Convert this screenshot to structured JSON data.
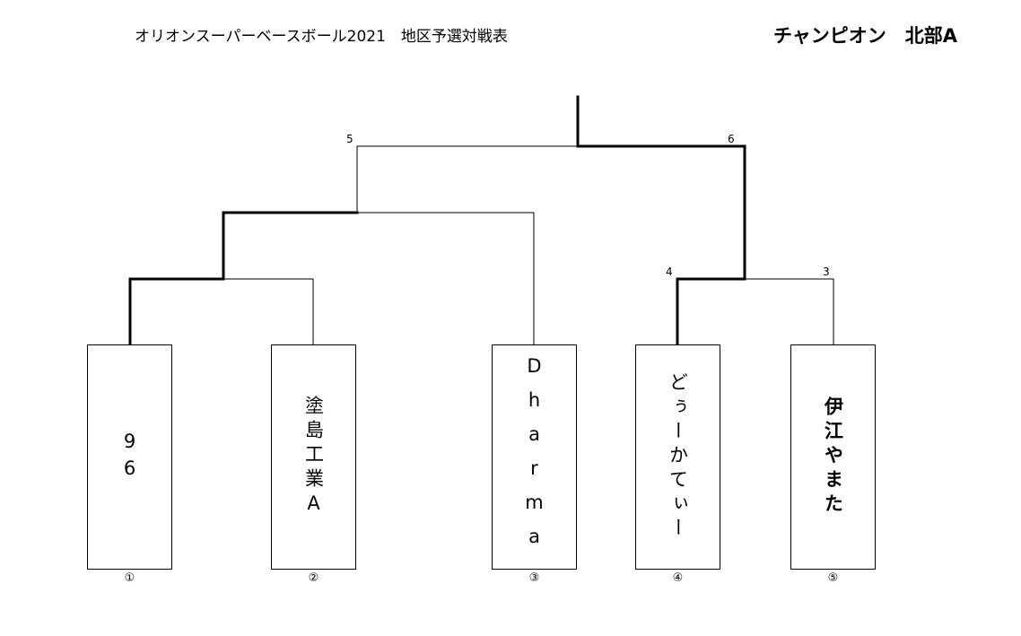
{
  "header": {
    "title": "オリオンスーパーベースボール2021　地区予選対戦表",
    "champion": "チャンピオン　北部A"
  },
  "teams": [
    {
      "name": "96",
      "seed": "①"
    },
    {
      "name": "塗島工業A",
      "seed": "②"
    },
    {
      "name": "Dharma",
      "seed": "③"
    },
    {
      "name": "どぅーかてぃー",
      "seed": "④"
    },
    {
      "name": "伊江やまた",
      "seed": "⑤"
    }
  ],
  "matches": {
    "m3": "3",
    "m4": "4",
    "m5": "5",
    "m6": "6"
  }
}
